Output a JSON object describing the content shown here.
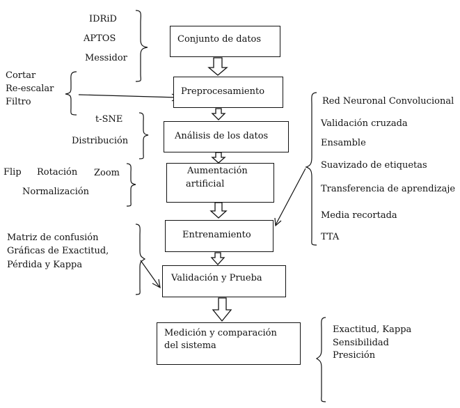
{
  "steps": {
    "dataset": "Conjunto de datos",
    "preprocessing": "Preprocesamiento",
    "analysis": "Análisis de los datos",
    "augmentation_l1": "Aumentación",
    "augmentation_l2": "artificial",
    "training": "Entrenamiento",
    "validation": "Validación y Prueba",
    "measurement_l1": "Medición y comparación",
    "measurement_l2": "del sistema"
  },
  "datasets": [
    "IDRiD",
    "APTOS",
    "Messidor"
  ],
  "preprocessing_ops": [
    "Cortar",
    "Re-escalar",
    "Filtro"
  ],
  "analysis_ops": [
    "t-SNE",
    "Distribución"
  ],
  "augmentation_ops": [
    "Flip",
    "Rotación",
    "Zoom",
    "Normalización"
  ],
  "training_techniques": [
    "Red Neuronal Convolucional",
    "Validación cruzada",
    "Ensamble",
    "Suavizado de etiquetas",
    "Transferencia de aprendizaje",
    "Media recortada",
    "TTA"
  ],
  "validation_outputs": [
    "Matriz de confusión",
    "Gráficas de Exactitud,",
    "Pérdida y Kappa"
  ],
  "metrics": [
    "Exactitud, Kappa",
    "Sensibilidad",
    "Presición"
  ]
}
